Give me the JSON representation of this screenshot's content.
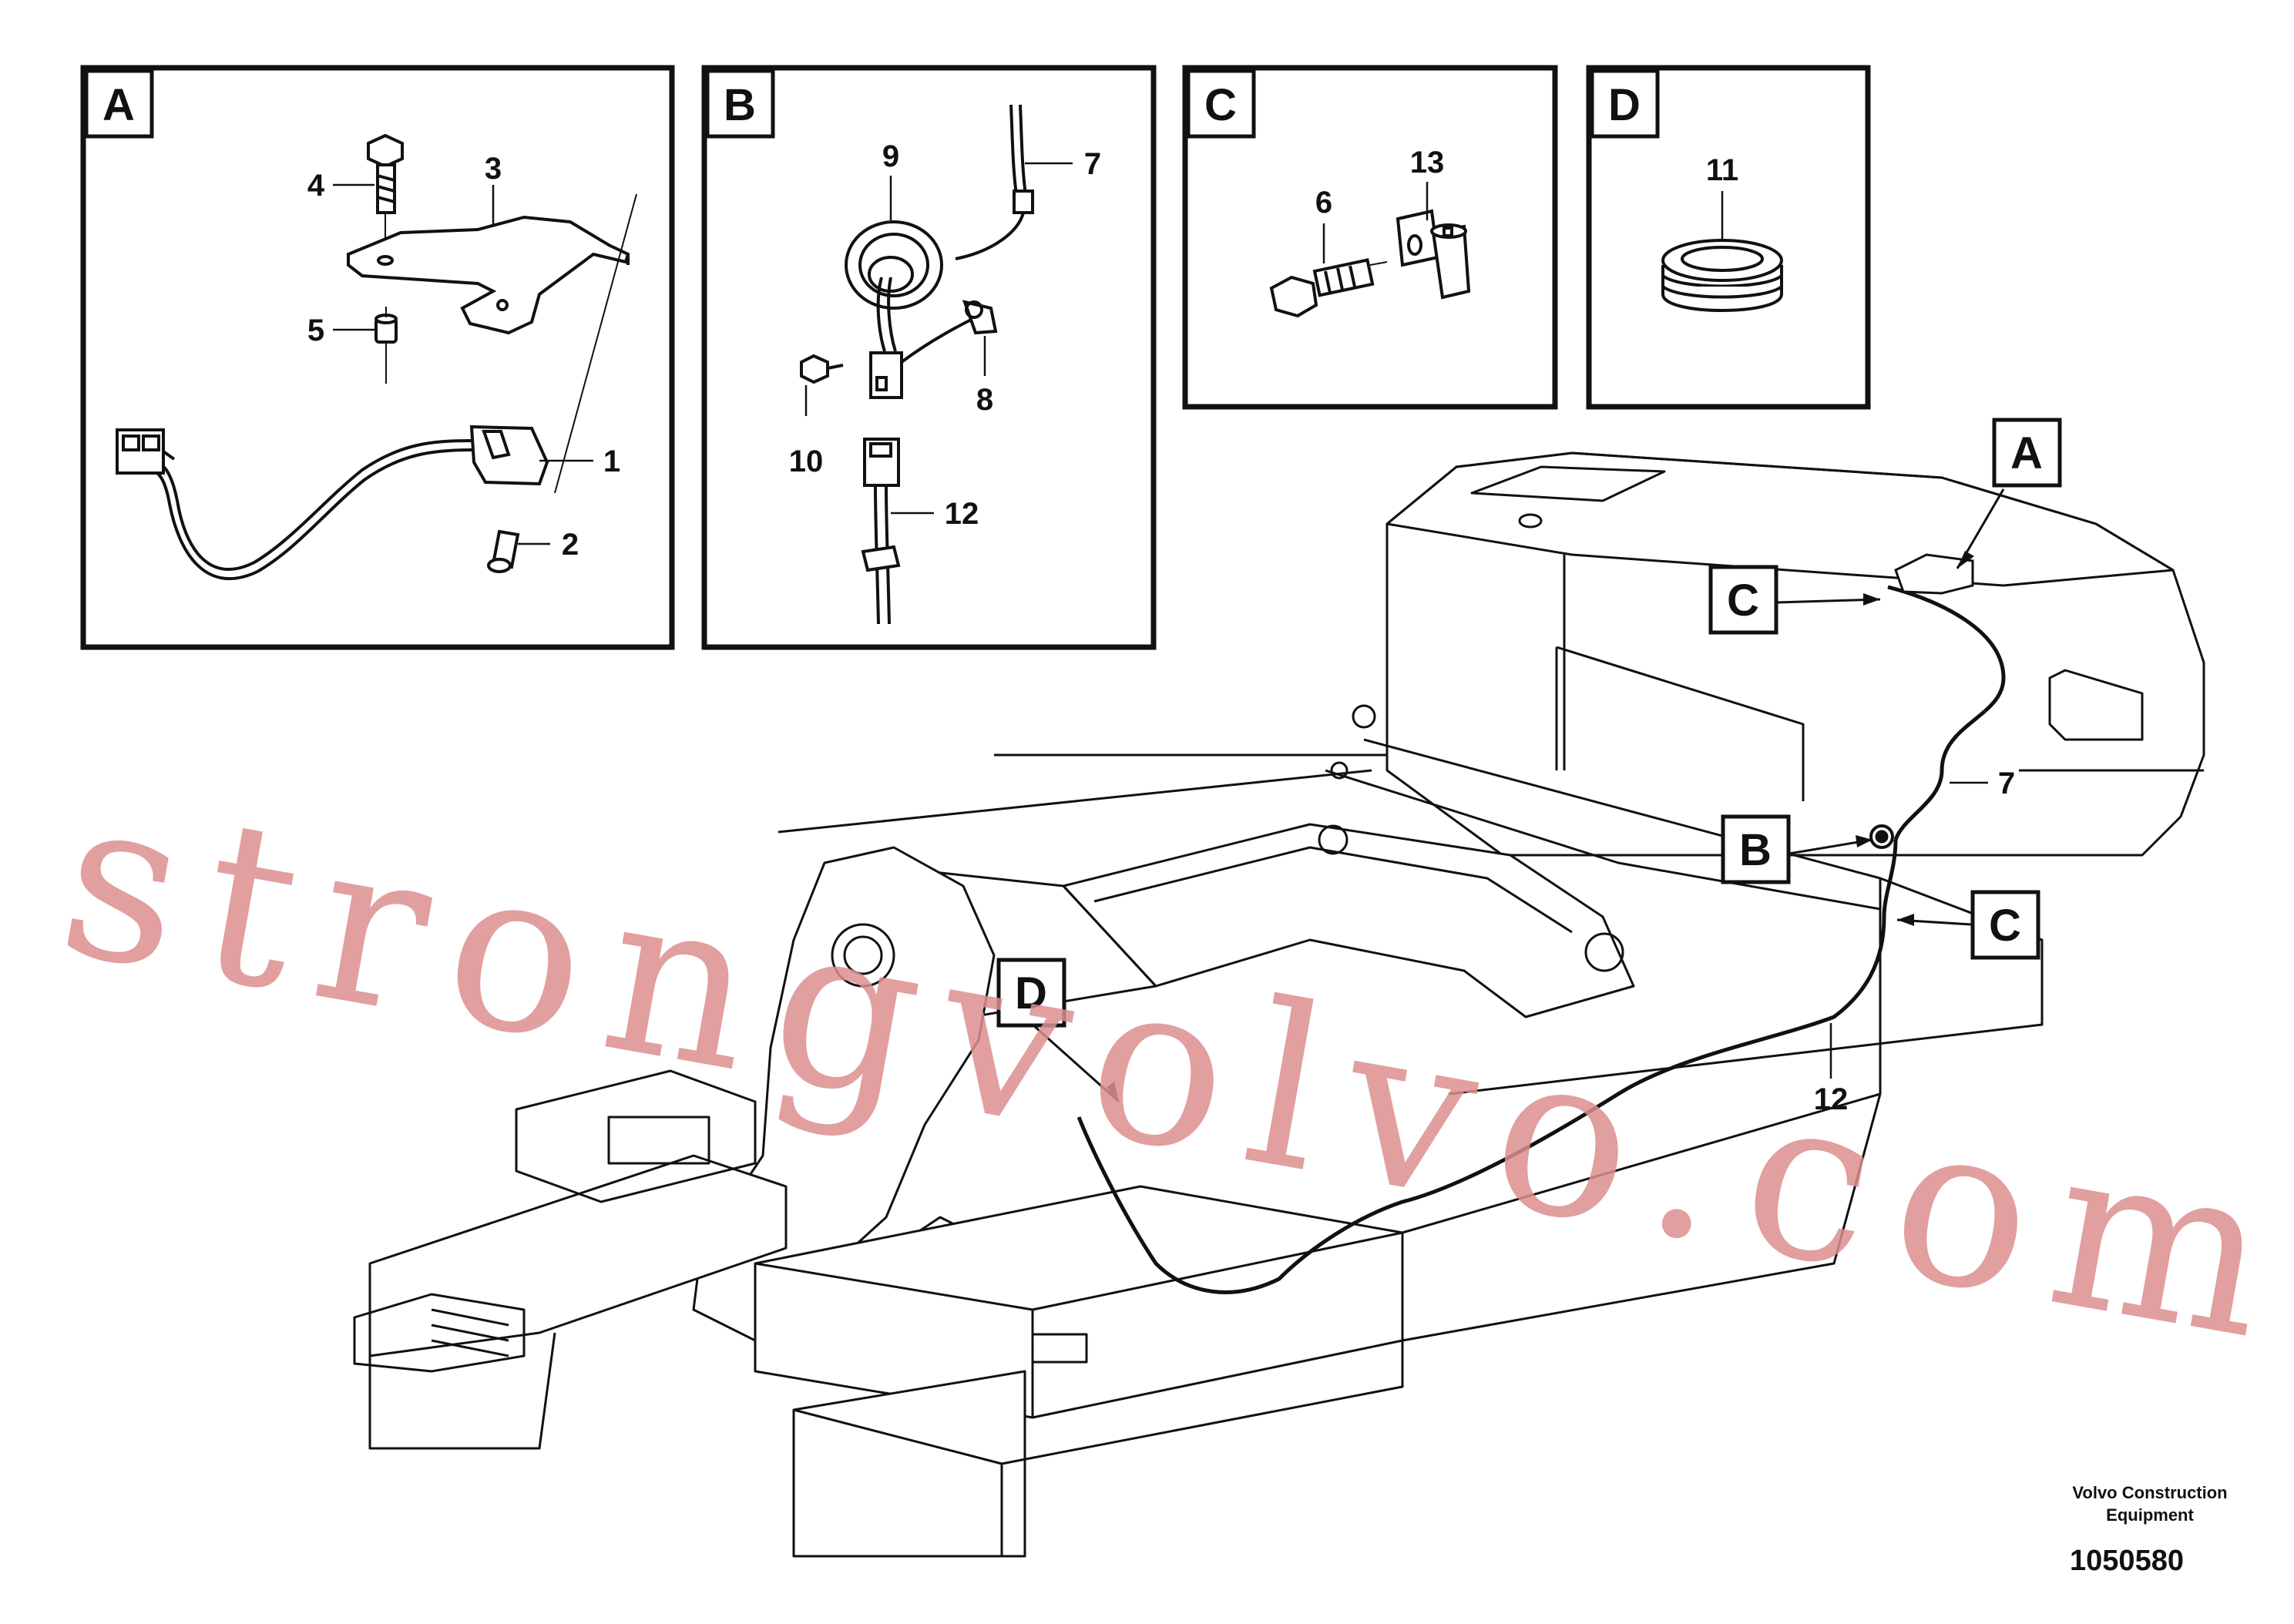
{
  "detail_boxes": [
    {
      "letter": "A",
      "callouts": [
        "4",
        "3",
        "5",
        "1",
        "2"
      ]
    },
    {
      "letter": "B",
      "callouts": [
        "9",
        "7",
        "10",
        "8",
        "12"
      ]
    },
    {
      "letter": "C",
      "callouts": [
        "6",
        "13"
      ]
    },
    {
      "letter": "D",
      "callouts": [
        "11"
      ]
    }
  ],
  "main_view": {
    "flags": [
      "A",
      "C",
      "B",
      "C",
      "D"
    ],
    "callouts": [
      "7",
      "12"
    ]
  },
  "watermark": "strongvolvo.com",
  "footer": {
    "company_line1": "Volvo Construction",
    "company_line2": "Equipment",
    "drawing_number": "1050580"
  }
}
